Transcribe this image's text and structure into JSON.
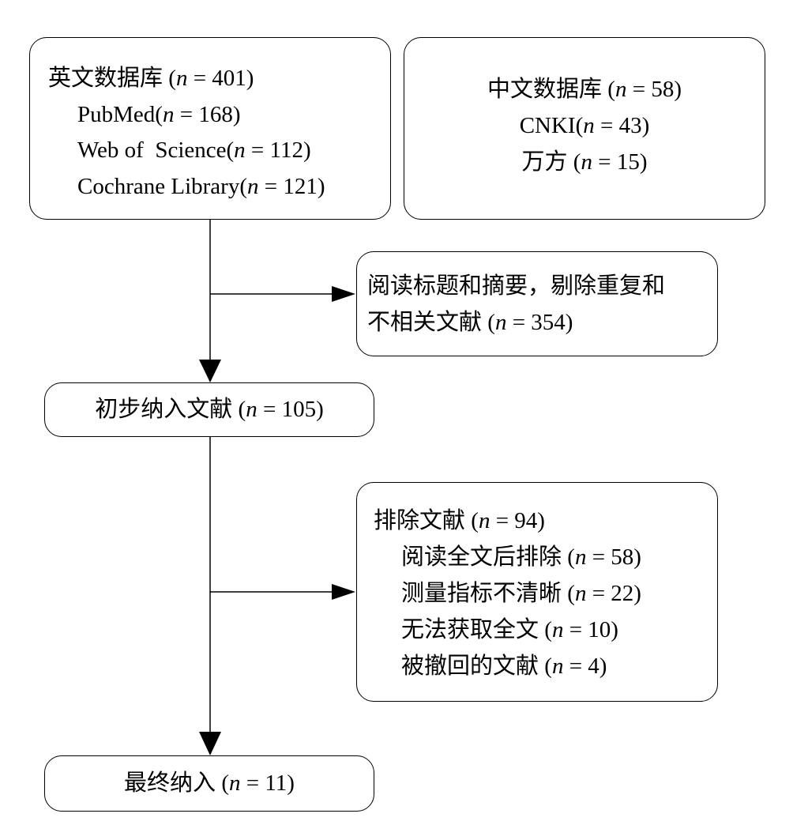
{
  "english_db": {
    "title": "英文数据库",
    "title_n": "401",
    "items": [
      {
        "label": "PubMed",
        "n": "168"
      },
      {
        "label": "Web of  Science",
        "n": "112"
      },
      {
        "label": "Cochrane Library",
        "n": "121"
      }
    ]
  },
  "chinese_db": {
    "title": "中文数据库",
    "title_n": "58",
    "items": [
      {
        "label": "CNKI",
        "n": "43"
      },
      {
        "label": "万方",
        "n": "15"
      }
    ]
  },
  "exclusion_1": {
    "line1": "阅读标题和摘要，剔除重复和",
    "line2": "不相关文献",
    "n": "354"
  },
  "initial_include": {
    "label": "初步纳入文献",
    "n": "105"
  },
  "exclusion_2": {
    "title": "排除文献",
    "title_n": "94",
    "items": [
      {
        "label": "阅读全文后排除",
        "n": "58"
      },
      {
        "label": "测量指标不清晰",
        "n": "22"
      },
      {
        "label": "无法获取全文",
        "n": "10"
      },
      {
        "label": "被撤回的文献",
        "n": "4"
      }
    ]
  },
  "final_include": {
    "label": "最终纳入",
    "n": "11"
  }
}
